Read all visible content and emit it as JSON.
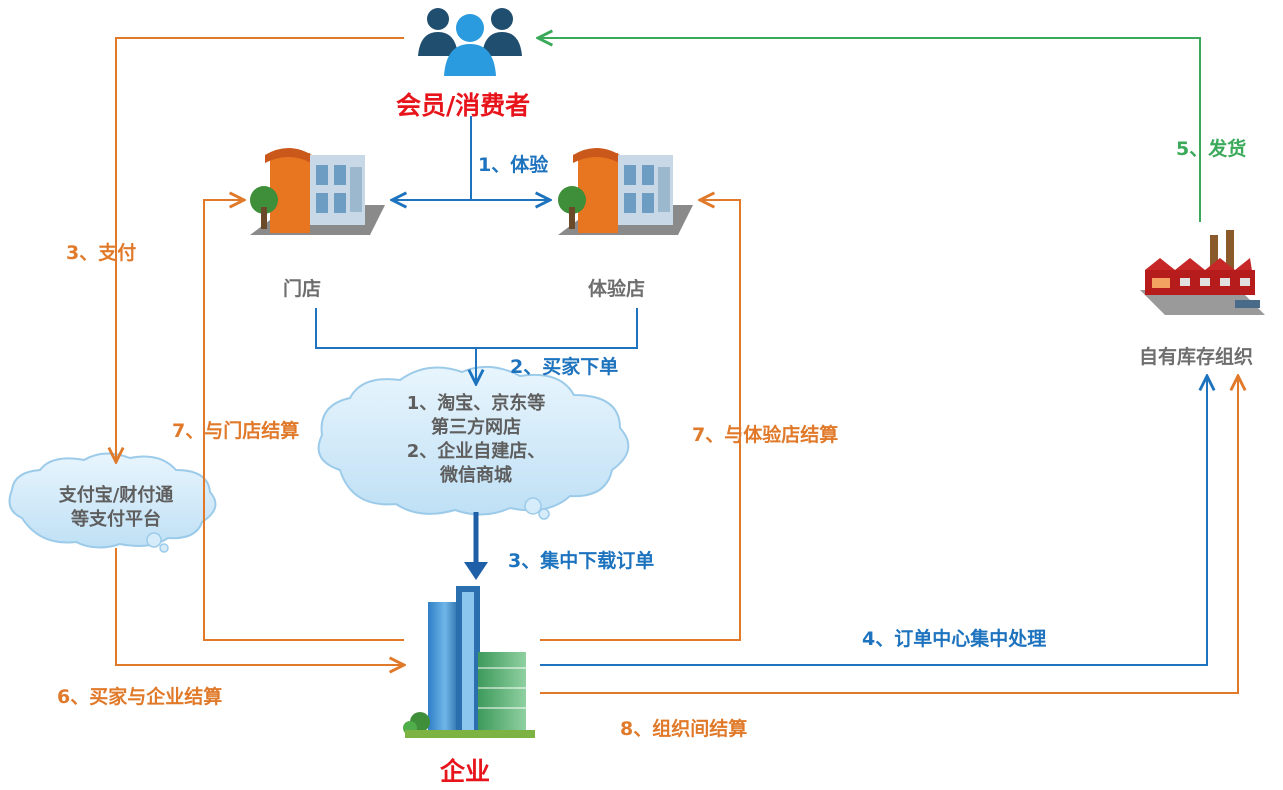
{
  "nodes": {
    "consumer": "会员/消费者",
    "store": "门店",
    "experience_store": "体验店",
    "warehouse": "自有库存组织",
    "enterprise": "企业",
    "platforms_line1": "1、淘宝、京东等",
    "platforms_line2": "第三方网店",
    "platforms_line3": "2、企业自建店、",
    "platforms_line4": "微信商城",
    "payment_line1": "支付宝/财付通",
    "payment_line2": "等支付平台"
  },
  "steps": {
    "experience": "1、体验",
    "place_order": "2、买家下单",
    "download_orders": "3、集中下载订单",
    "pay": "3、支付",
    "order_center": "4、订单中心集中处理",
    "ship": "5、发货",
    "buyer_settle": "6、买家与企业结算",
    "store_settle": "7、与门店结算",
    "exp_store_settle": "7、与体验店结算",
    "org_settle": "8、组织间结算"
  },
  "colors": {
    "orange": "#E07A2A",
    "blue": "#1E73BE",
    "green": "#3AAA5A",
    "red": "#E8141B",
    "grey": "#6E6E6E",
    "cloud": "#CFE8F8"
  }
}
